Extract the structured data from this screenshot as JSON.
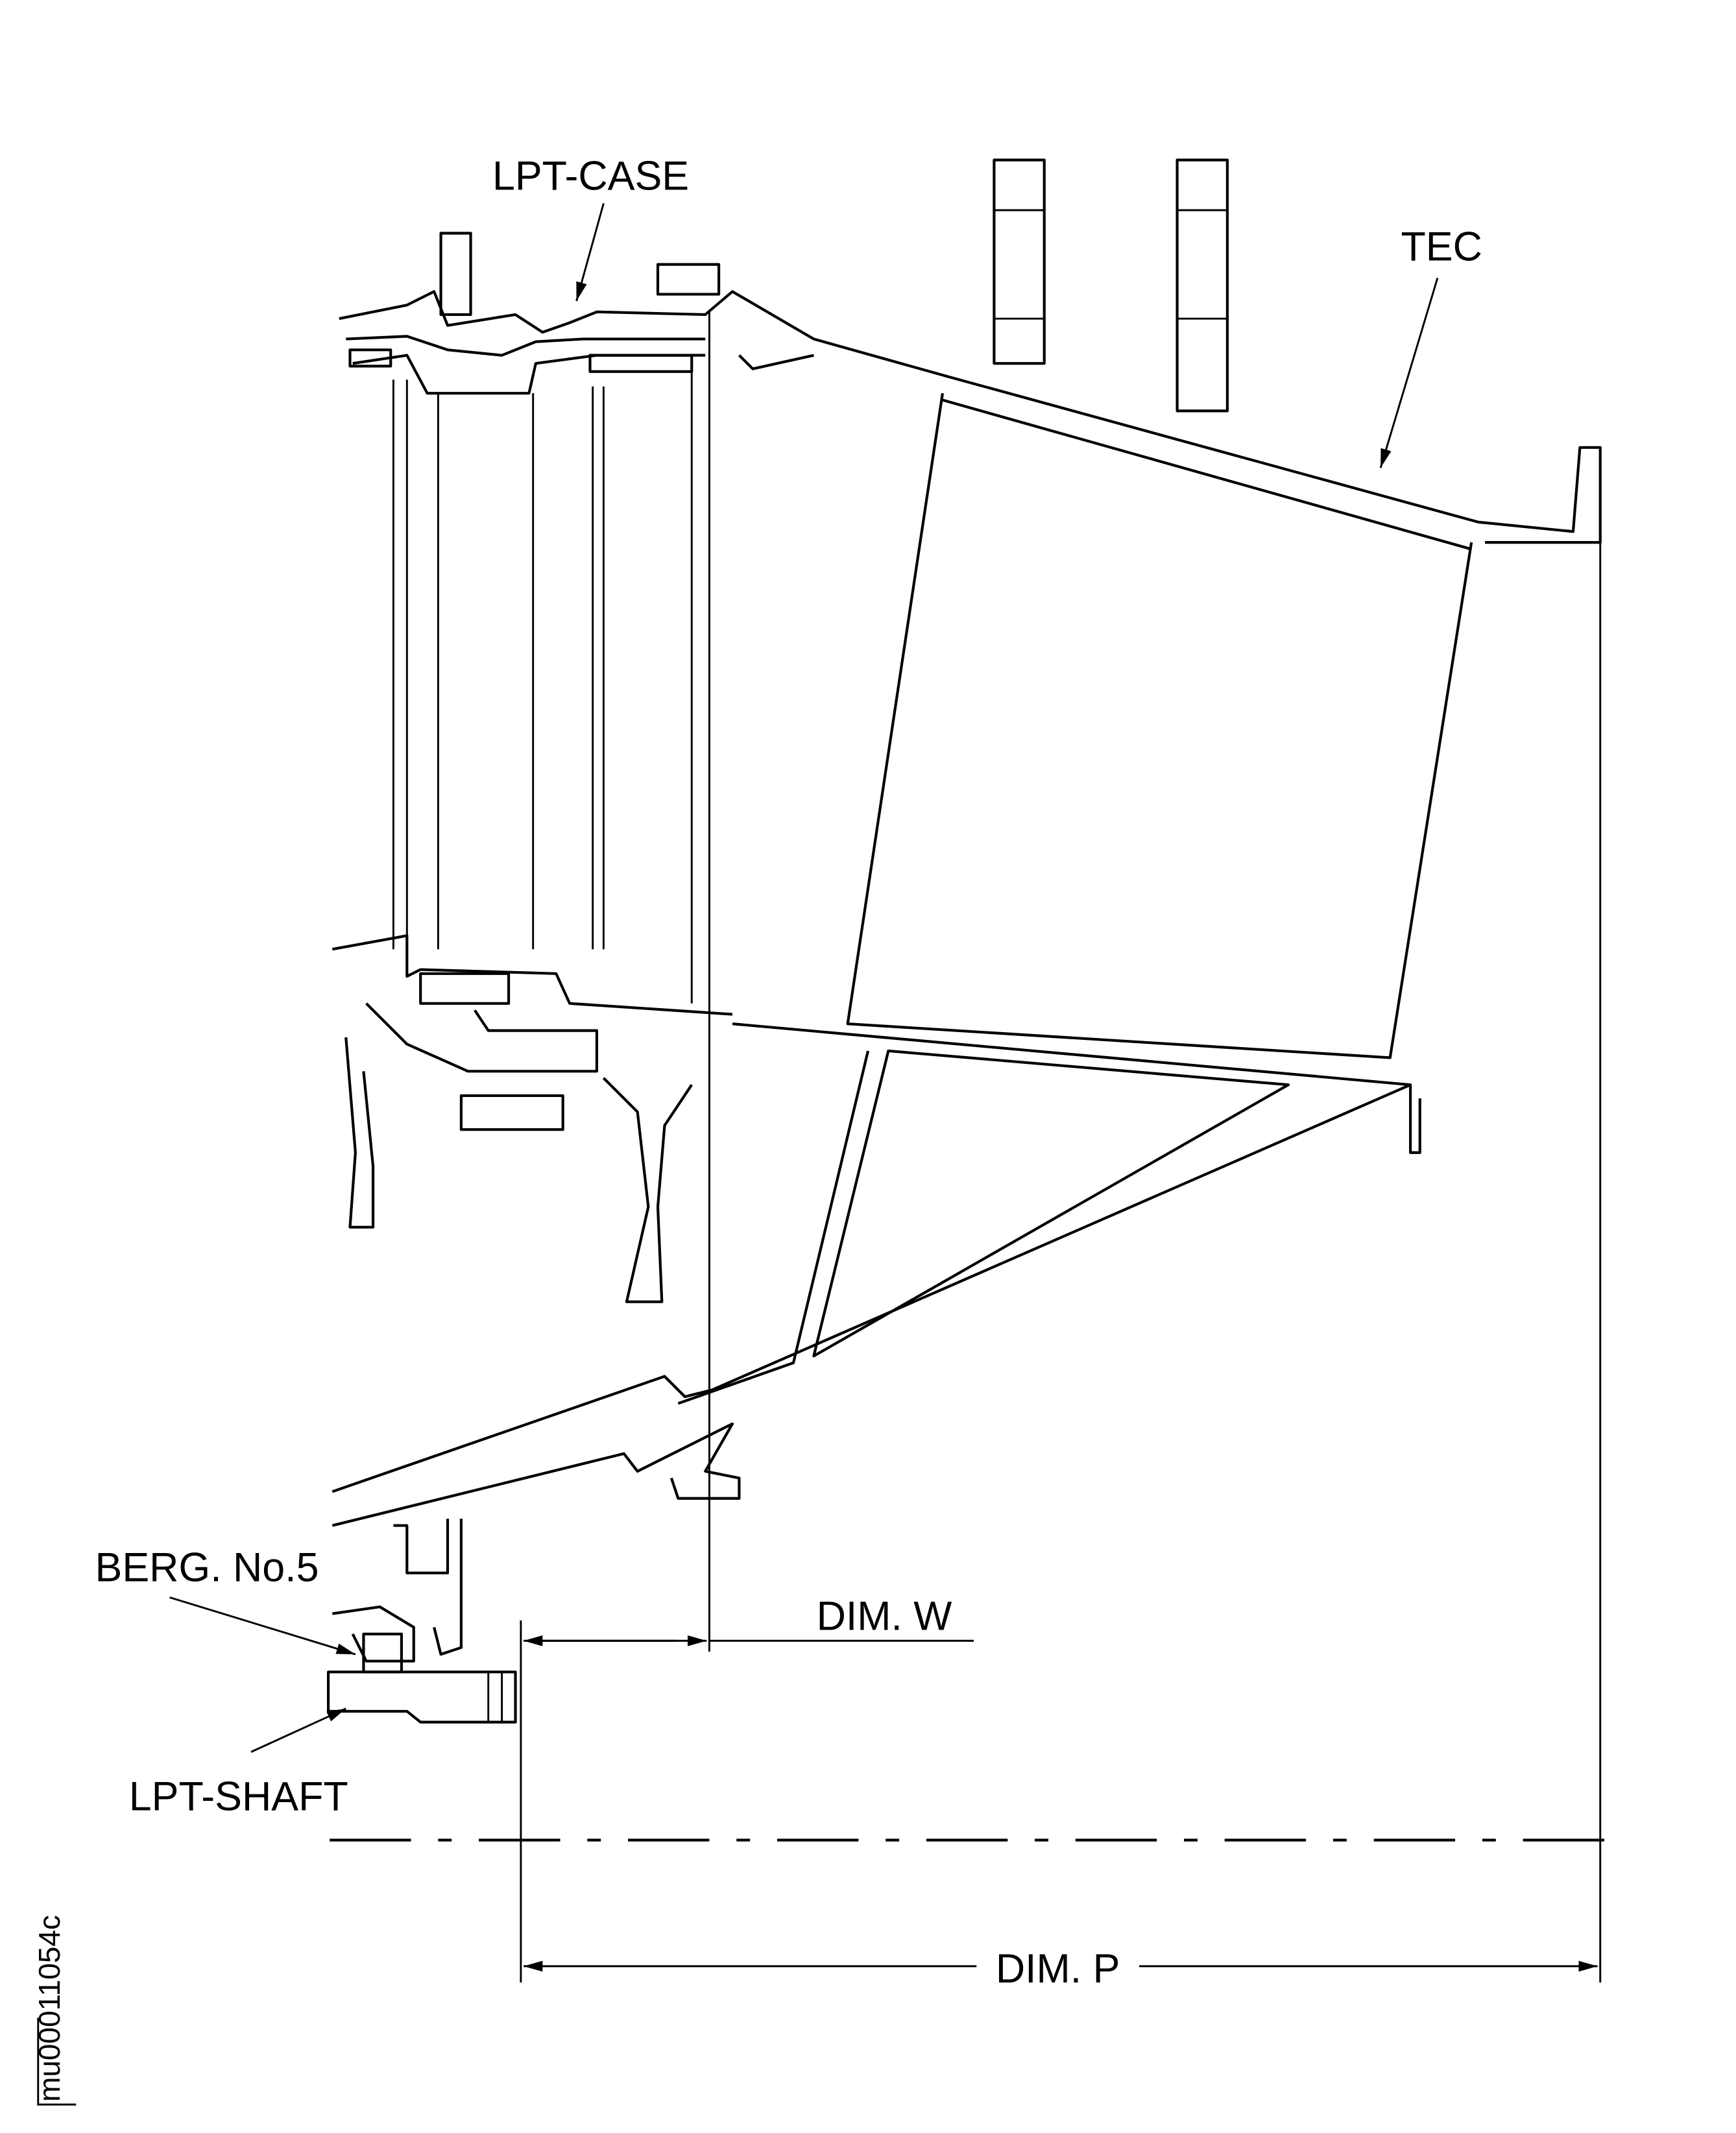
{
  "labels": {
    "lpt_case": "LPT-CASE",
    "tec": "TEC",
    "bearing": "BERG. No.5",
    "lpt_shaft": "LPT-SHAFT",
    "dim_w": "DIM. W",
    "dim_p": "DIM. P"
  },
  "figure_id": "mu00011054c",
  "colors": {
    "ink": "#000000",
    "paper": "#ffffff"
  }
}
